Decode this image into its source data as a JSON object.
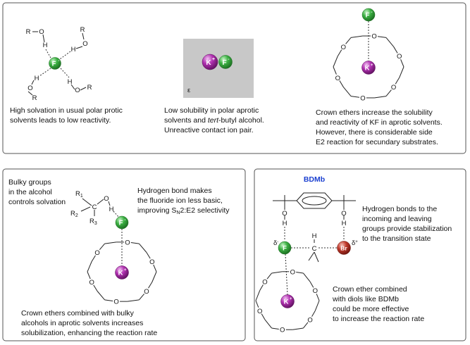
{
  "ions": {
    "fluoride": "F",
    "potassium": "K",
    "bromide": "Br",
    "charge_minus": "-",
    "charge_plus": "+",
    "delta_minus": "δ",
    "delta_plus": "δ",
    "delta_minus_sign": "-",
    "delta_plus_sign": "+"
  },
  "atoms": {
    "R": "R",
    "O": "O",
    "H": "H",
    "C": "C",
    "R1": "R",
    "R2": "R",
    "R3": "R",
    "sub1": "1",
    "sub2": "2",
    "sub3": "3"
  },
  "colors": {
    "fluoride": "#3cb043",
    "potassium": "#b030b0",
    "bromide": "#c0392b",
    "dielectric_box": "#c8c8c8",
    "bdmb_label": "#1a3fd0"
  },
  "panel1": {
    "protic": {
      "caption_lines": [
        "High solvation in usual polar protic",
        "solvents leads to low reactivity."
      ]
    },
    "contact_pair": {
      "epsilon": "ε",
      "caption_line1": "Low solubility in polar aprotic",
      "caption_line2_a": "solvents and ",
      "caption_line2_italic": "tert",
      "caption_line2_b": "-butyl alcohol.",
      "caption_line3": "Unreactive contact ion pair."
    },
    "crown": {
      "caption_lines": [
        "Crown ethers increase the solubility",
        "and reactivity of KF in aprotic solvents.",
        "However, there is considerable side",
        "E2 reaction for secundary substrates."
      ]
    }
  },
  "panel2": {
    "bulky_label_lines": [
      "Bulky groups",
      "in the alcohol",
      "controls solvation"
    ],
    "hbond_line1": "Hydrogen bond makes",
    "hbond_line2": "the fluoride ion less basic,",
    "hbond_line3_a": "improving S",
    "hbond_line3_sub": "N",
    "hbond_line3_b": "2:E2 selectivity",
    "caption_lines": [
      "Crown ethers combined with bulky",
      "alcohols in aprotic solvents increases",
      "solubilization, enhancing the reaction rate"
    ]
  },
  "panel3": {
    "bdmb_label": "BDMb",
    "hbond_lines": [
      "Hydrogen bonds to the",
      "incoming and leaving",
      "groups provide stabilization",
      "to the transition state"
    ],
    "crown_lines": [
      "Crown ether combined",
      "with diols like BDMb",
      "could be more effective",
      "to increase the reaction rate"
    ]
  }
}
